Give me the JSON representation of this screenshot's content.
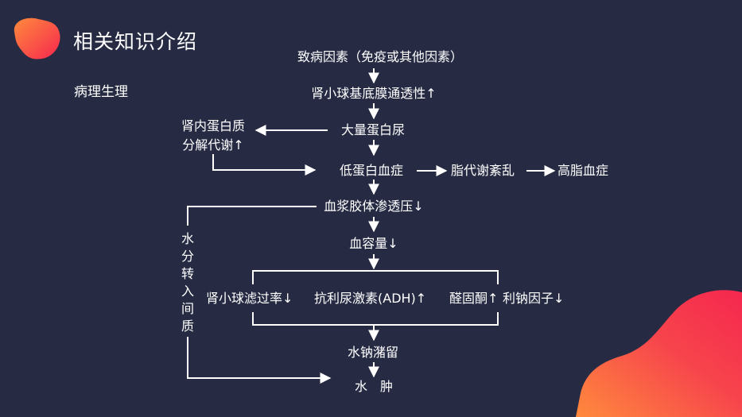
{
  "slide": {
    "title": "相关知识介绍",
    "subtitle": "病理生理"
  },
  "diagram": {
    "cause": "致病因素（免疫或其他因素）",
    "gbm_permeability": "肾小球基底膜通透性↑",
    "proteinuria": "大量蛋白尿",
    "renal_breakdown": "肾内蛋白质\n分解代谢↑",
    "hypoproteinemia": "低蛋白血症",
    "lipid_disorder": "脂代谢紊乱",
    "hyperlipidemia": "高脂血症",
    "colloid_pressure": "血浆胶体渗透压↓",
    "blood_volume": "血容量↓",
    "gfr": "肾小球滤过率↓",
    "adh": "抗利尿激素(ADH)↑",
    "aldosterone": "醛固酮↑",
    "natriuretic": "利钠因子↓",
    "retention": "水钠潴留",
    "edema": "水　肿",
    "water_shift": "水分转入间质"
  },
  "colors": {
    "background": "#262b43",
    "text": "#ffffff",
    "accent_start": "#ff8a3d",
    "accent_end": "#f5274e"
  }
}
